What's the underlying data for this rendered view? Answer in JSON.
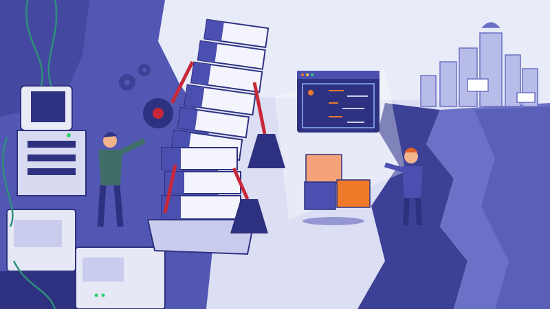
{
  "scene": {
    "colors": {
      "sky": "#e8ebf8",
      "cliff_dark": "#4a4fa8",
      "cliff_mid": "#6a70c4",
      "ground_light": "#d9dcf3",
      "block_blue": "#4b4fb0",
      "block_face": "#f4f5fc",
      "chain_red": "#c8283a",
      "accent_orange": "#f07a2a",
      "screen_dark": "#2e3180",
      "skyline": "#b9bde8"
    },
    "elements": {
      "legacy_stack_icons": [
        "code-brackets-icon",
        "code-tag-icon",
        "document-icon",
        "chevron-code-icon",
        "folder-icon",
        "text-lines-icon",
        "upload-icon",
        "ellipsis-code-icon",
        "document-icon",
        "curly-braces-icon"
      ],
      "left_figure": "developer-pointing",
      "right_figure": "developer-pointing",
      "weights": [
        "weight-icon",
        "weight-icon"
      ],
      "wrecking_ball": "gear-ball-icon",
      "gears": [
        "gear-icon",
        "gear-icon"
      ],
      "modern_window": "code-editor-window",
      "modules": [
        "module-cube-orange",
        "module-cube-blue",
        "module-cube-orange-light"
      ],
      "skyline": "city-server-skyline"
    }
  }
}
